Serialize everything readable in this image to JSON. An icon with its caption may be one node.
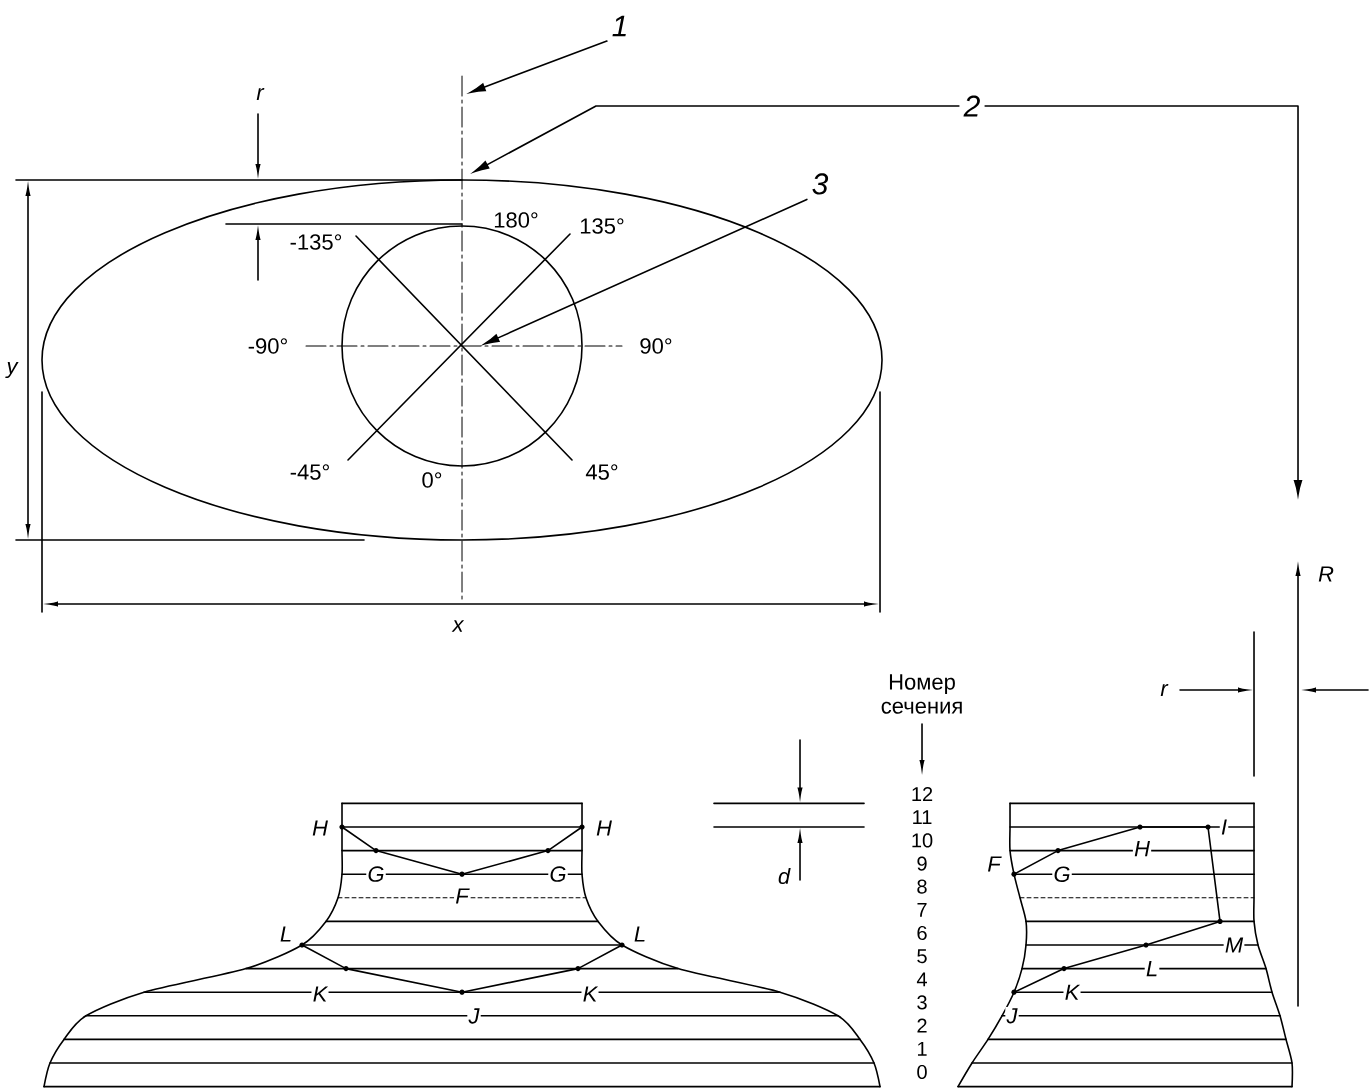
{
  "diagram": {
    "nodes": [
      {
        "text": [
          "1"
        ]
      },
      {
        "text": [
          "2"
        ]
      },
      {
        "text": [
          "3"
        ]
      }
    ],
    "edges": [
      {
        "from": 0,
        "to": null,
        "arrow": "to"
      },
      {
        "from": 1,
        "to": null,
        "arrow": "to"
      },
      {
        "from": 1,
        "to": null,
        "arrow": "to"
      },
      {
        "from": 2,
        "to": null,
        "arrow": "to"
      }
    ],
    "labels": [
      "r",
      "180°",
      "-135°",
      "135°",
      "-90°",
      "90°",
      "y",
      "-45°",
      "45°",
      "0°",
      "x",
      "R",
      "Номер сечения",
      "r",
      "12",
      "11",
      "10",
      "9",
      "8",
      "7",
      "6",
      "5",
      "4",
      "3",
      "2",
      "1",
      "0",
      "H",
      "H",
      "G",
      "G",
      "F",
      "L",
      "L",
      "K",
      "J",
      "K",
      "d",
      "I",
      "H",
      "F",
      "G",
      "M",
      "L",
      "K",
      "J"
    ]
  }
}
